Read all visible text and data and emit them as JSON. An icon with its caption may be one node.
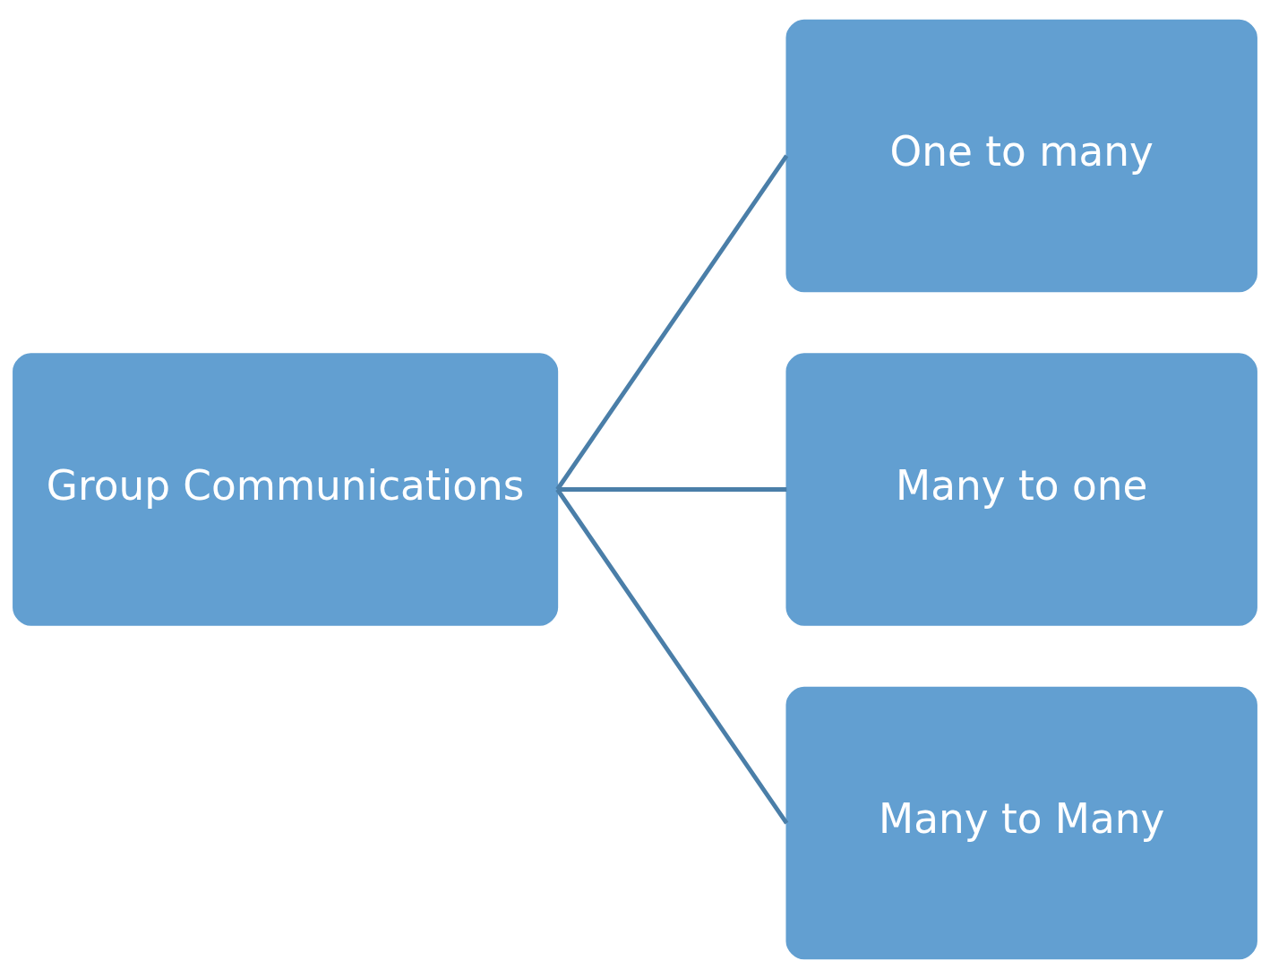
{
  "diagram": {
    "nodes": [
      {
        "text": [
          "Group Communications"
        ]
      },
      {
        "text": [
          "One to many"
        ]
      },
      {
        "text": [
          "Many to one"
        ]
      },
      {
        "text": [
          "Many to Many"
        ]
      }
    ],
    "edges": [
      {
        "from": 0,
        "to": 1,
        "arrow": "none"
      },
      {
        "from": 0,
        "to": 2,
        "arrow": "none"
      },
      {
        "from": 0,
        "to": 3,
        "arrow": "none"
      }
    ]
  }
}
